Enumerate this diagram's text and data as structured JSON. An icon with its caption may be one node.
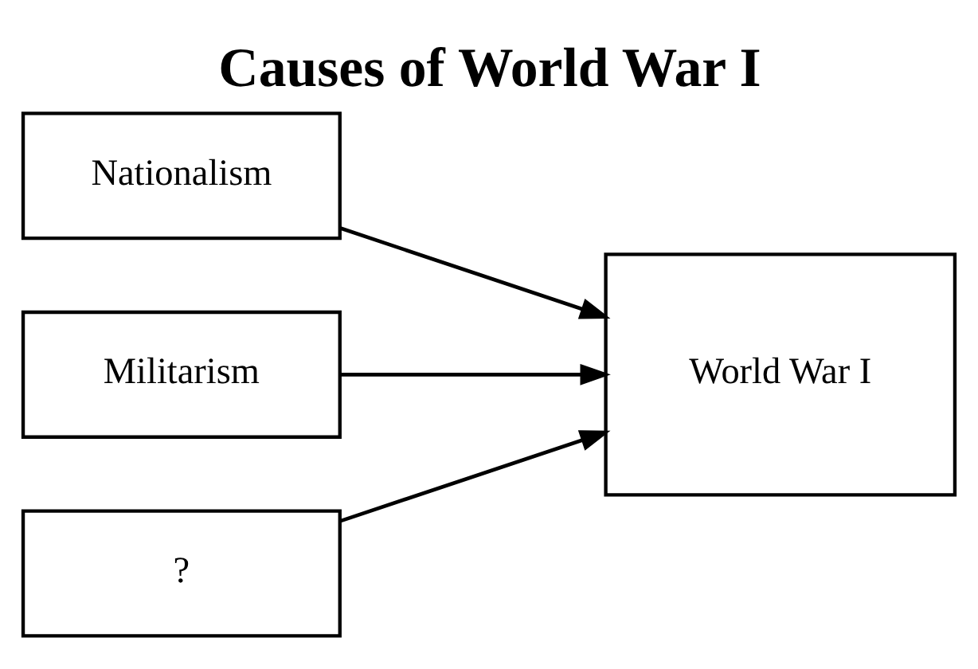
{
  "diagram": {
    "title": "Causes of World War I",
    "nodes": [
      {
        "text": [
          "Nationalism"
        ]
      },
      {
        "text": [
          "Militarism"
        ]
      },
      {
        "text": [
          "?"
        ]
      },
      {
        "text": [
          "World War I"
        ]
      }
    ],
    "edges": [
      {
        "from": 0,
        "to": 3,
        "arrow": "to"
      },
      {
        "from": 1,
        "to": 3,
        "arrow": "to"
      },
      {
        "from": 2,
        "to": 3,
        "arrow": "to"
      }
    ]
  }
}
